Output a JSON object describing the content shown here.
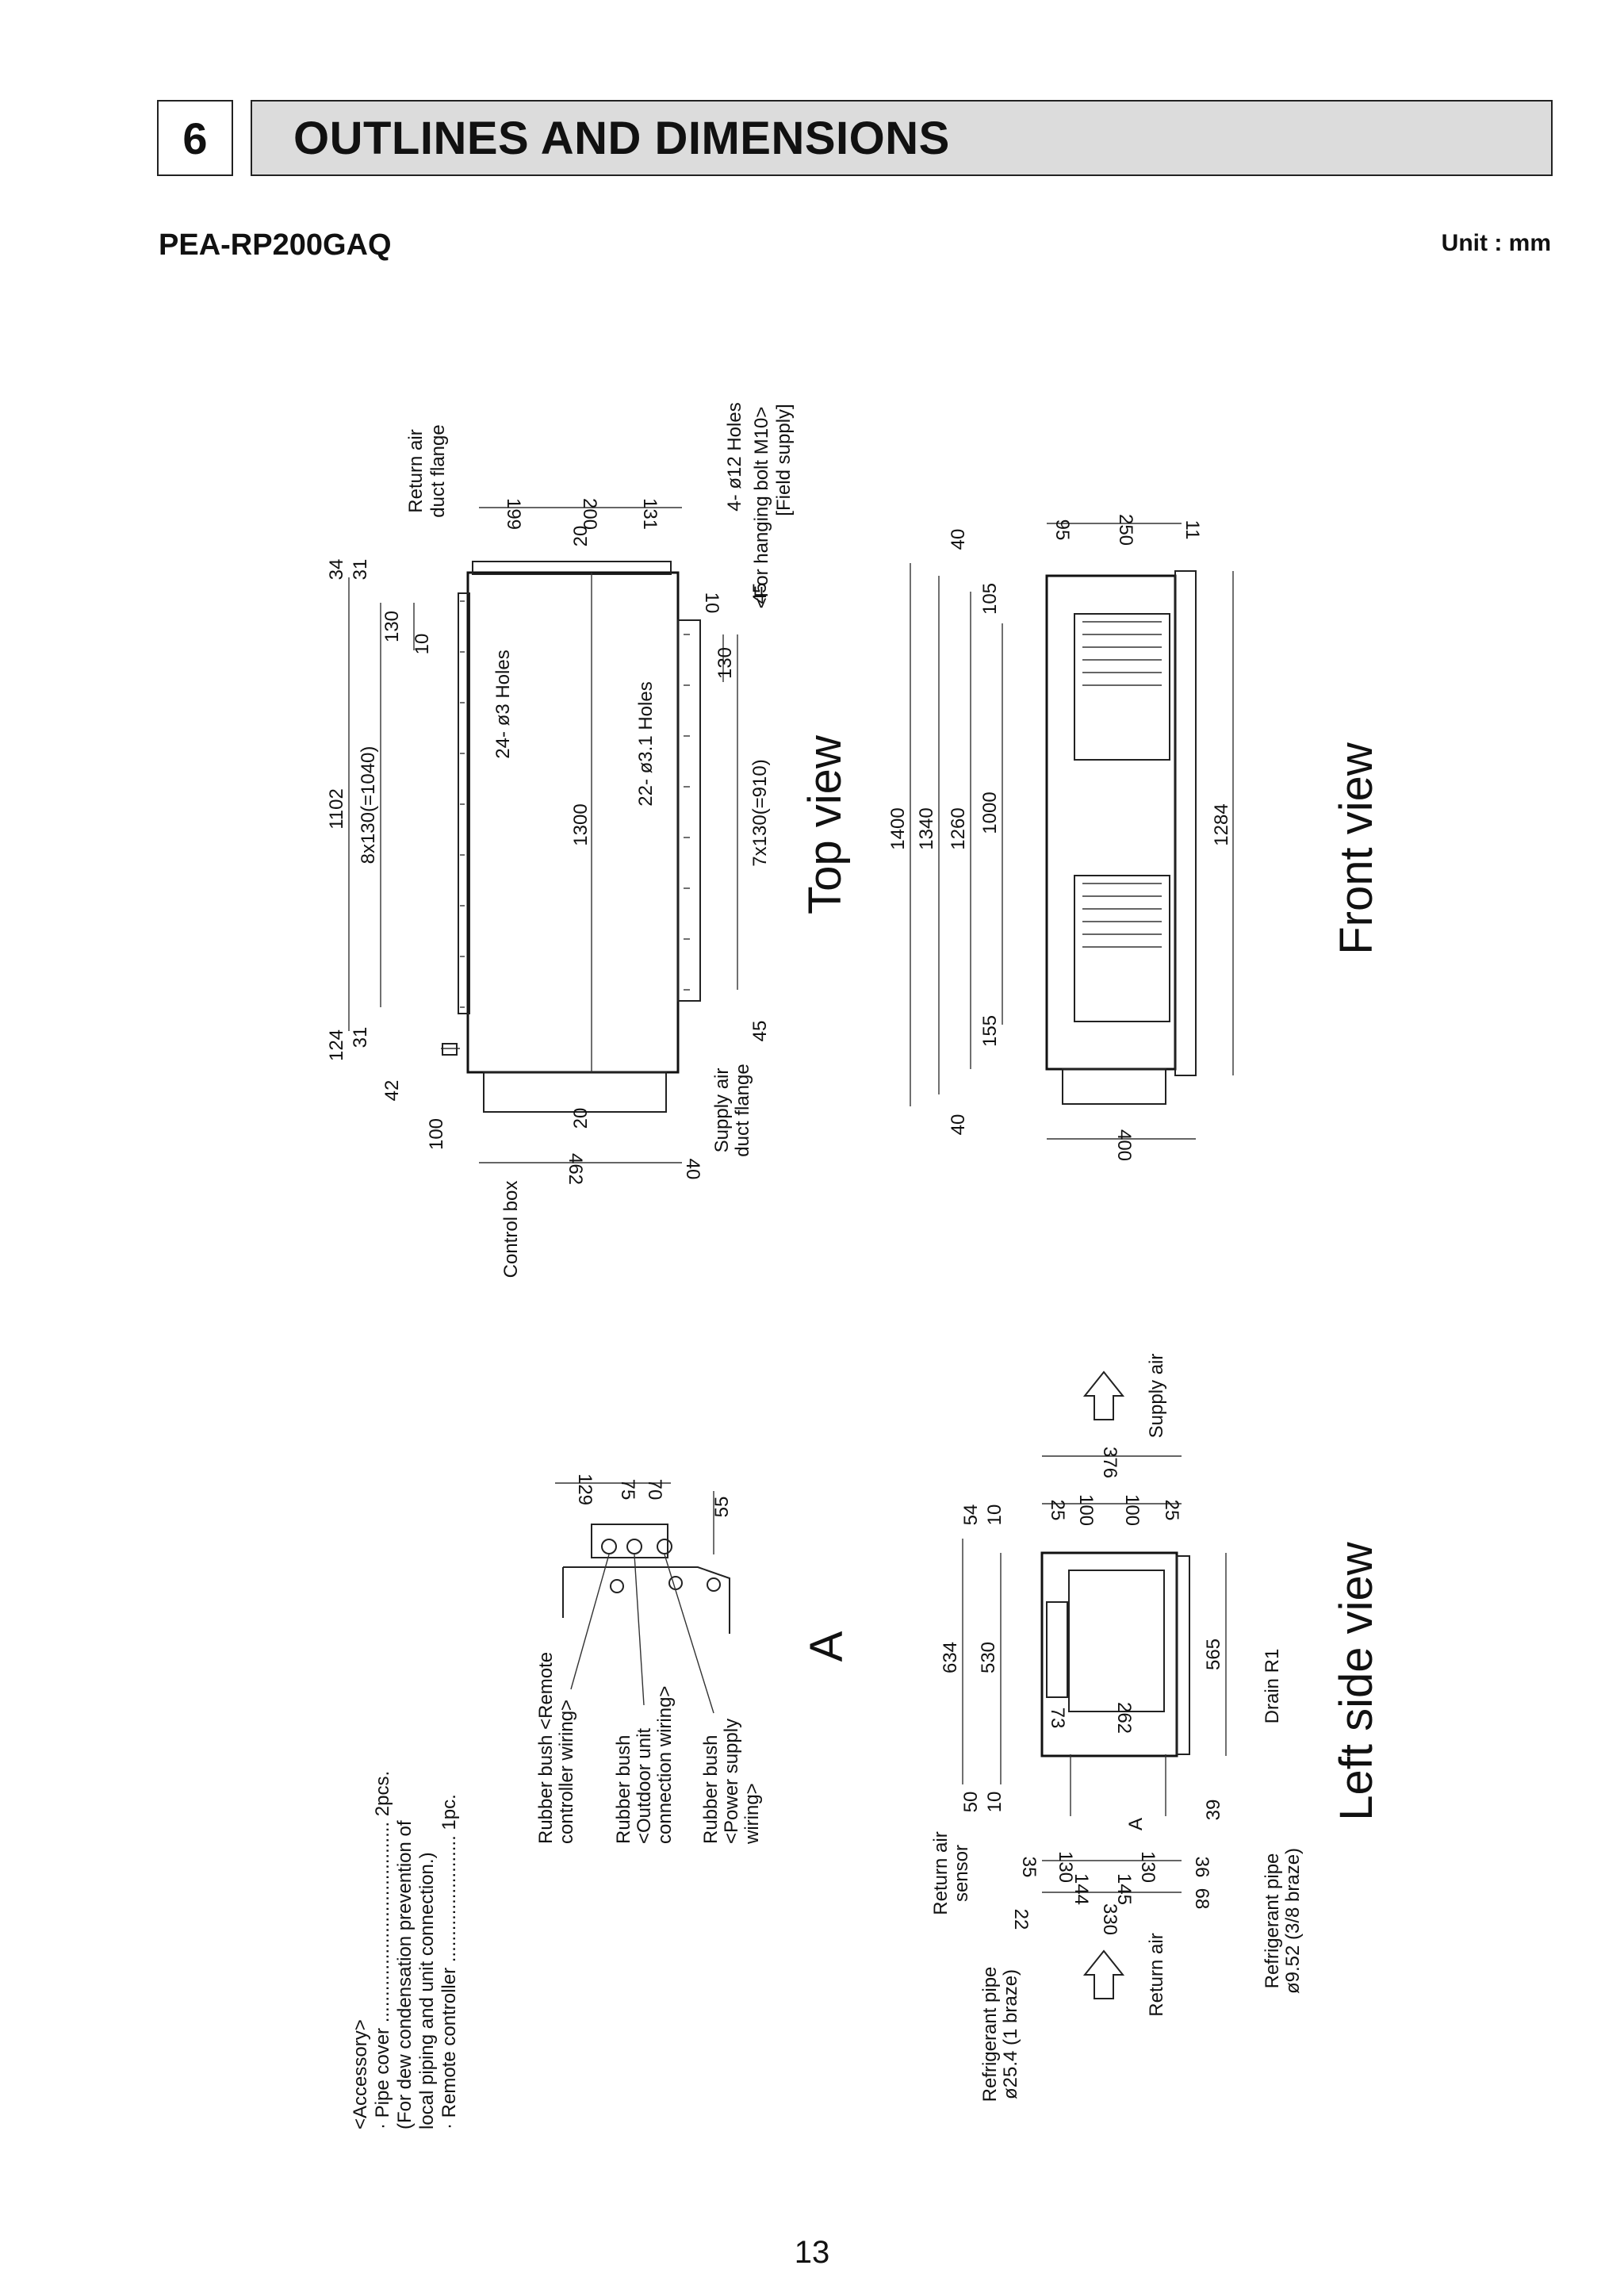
{
  "header": {
    "section_number": "6",
    "section_title": "OUTLINES AND DIMENSIONS"
  },
  "model": "PEA-RP200GAQ",
  "unit_label": "Unit : mm",
  "page_number": "13",
  "views": {
    "top": "Top view",
    "front": "Front view",
    "left_side": "Left side view",
    "detail": "A"
  },
  "top_view": {
    "dims_total": "1102",
    "dims_pitch_return": "8x130(=1040)",
    "dims_1300": "1300",
    "dims_pitch_supply": "7x130(=910)",
    "d34": "34",
    "d31a": "31",
    "d130a": "130",
    "d10a": "10",
    "d124": "124",
    "d31b": "31",
    "d42": "42",
    "d100": "100",
    "d199": "199",
    "d200": "200",
    "d131": "131",
    "d20a": "20",
    "d20b": "20",
    "d462": "462",
    "d40": "40",
    "d10b": "10",
    "d130b": "130",
    "d45a": "45",
    "d45b": "45",
    "holes_24": "24- ø3 Holes",
    "holes_22": "22- ø3.1 Holes",
    "holes_4": "4- ø12 Holes",
    "hanging_bolt": "<For hanging bolt M10>",
    "field_supply": "[Field supply]",
    "return_flange_1": "Return air",
    "return_flange_2": "duct flange",
    "supply_flange_1": "Supply air",
    "supply_flange_2": "duct flange",
    "control_box": "Control box"
  },
  "front_view": {
    "d1400": "1400",
    "d1340": "1340",
    "d1260": "1260",
    "d1000": "1000",
    "d105": "105",
    "d155": "155",
    "d40a": "40",
    "d40b": "40",
    "d95": "95",
    "d250": "250",
    "d11": "11",
    "d1284": "1284",
    "d400": "400"
  },
  "accessory": {
    "title": "<Accessory>",
    "line1": "· Pipe cover ...................................... 2pcs.",
    "line2": "  (For dew condensation prevention of",
    "line3": "  local piping and unit connection.)",
    "line4": "· Remote controller ........................ 1pc."
  },
  "detail_a": {
    "d129": "129",
    "d75": "75",
    "d70": "70",
    "d55": "55",
    "bush1_l1": "Rubber bush <Remote",
    "bush1_l2": "controller wiring>",
    "bush2_l1": "Rubber bush",
    "bush2_l2": "<Outdoor unit",
    "bush2_l3": "connection wiring>",
    "bush3_l1": "Rubber bush",
    "bush3_l2": "<Power supply",
    "bush3_l3": "wiring>"
  },
  "left_side_view": {
    "d634": "634",
    "d530": "530",
    "d54": "54",
    "d10a": "10",
    "d50": "50",
    "d10b": "10",
    "d376": "376",
    "d25a": "25",
    "d100a": "100",
    "d100b": "100",
    "d25b": "25",
    "d565": "565",
    "d262": "262",
    "d73": "73",
    "d35": "35",
    "d130a": "130",
    "d144": "144",
    "d22": "22",
    "d330": "330",
    "d145": "145",
    "d130b": "130",
    "d36": "36",
    "d68": "68",
    "d39": "39",
    "supply_air": "Supply air",
    "return_air": "Return air",
    "return_sensor_1": "Return air",
    "return_sensor_2": "sensor",
    "ref_pipe_gas_1": "Refrigerant pipe",
    "ref_pipe_gas_2": "ø25.4 (1 braze)",
    "ref_pipe_liq_1": "Refrigerant pipe",
    "ref_pipe_liq_2": "ø9.52 (3/8 braze)",
    "drain": "Drain R1",
    "arrow_a": "A"
  }
}
